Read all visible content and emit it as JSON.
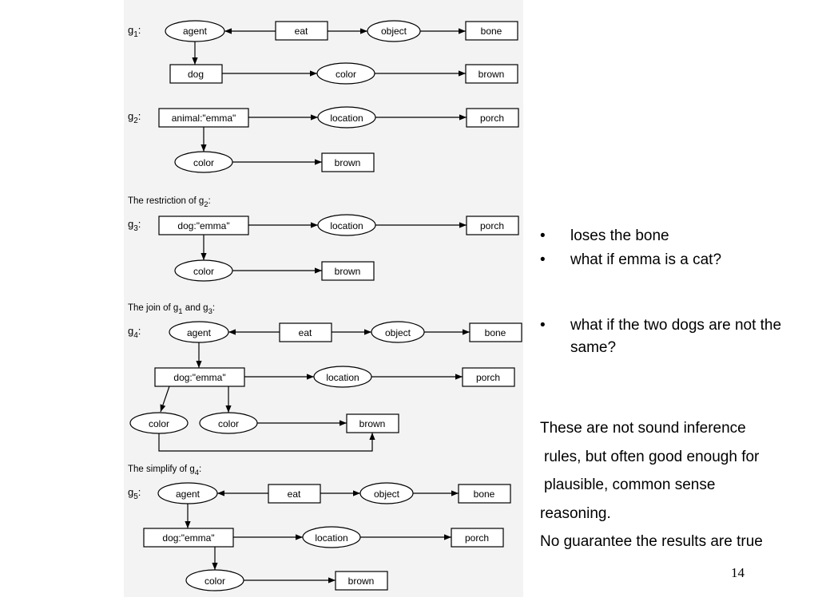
{
  "slide": {
    "page_number": "14",
    "bullets": [
      "loses the bone",
      "what if emma is a cat?",
      "what if the two dogs are not the same?"
    ],
    "summary_lines": [
      "These are not sound inference",
      " rules, but often good enough for",
      " plausible, common sense",
      "reasoning.",
      "No guarantee the results are true"
    ]
  },
  "diagram": {
    "captions": {
      "restriction_prefix": "The restriction of g",
      "restriction_sub": "2",
      "join_prefix": "The join of g",
      "join_sub1": "1",
      "join_mid": " and g",
      "join_sub2": "3",
      "simplify_prefix": "The simplify of g",
      "simplify_sub": "4"
    },
    "graph_labels": {
      "g1_sub": "1",
      "g2_sub": "2",
      "g3_sub": "3",
      "g4_sub": "4",
      "g5_sub": "5"
    },
    "nodes": {
      "g1_agent": "agent",
      "g1_eat": "eat",
      "g1_object": "object",
      "g1_bone": "bone",
      "g1_dog": "dog",
      "g1_color": "color",
      "g1_brown": "brown",
      "g2_animal": "animal:\"emma\"",
      "g2_location": "location",
      "g2_porch": "porch",
      "g2_color": "color",
      "g2_brown": "brown",
      "g3_dog": "dog:\"emma\"",
      "g3_location": "location",
      "g3_porch": "porch",
      "g3_color": "color",
      "g3_brown": "brown",
      "g4_agent": "agent",
      "g4_eat": "eat",
      "g4_object": "object",
      "g4_bone": "bone",
      "g4_dog": "dog:\"emma\"",
      "g4_location": "location",
      "g4_porch": "porch",
      "g4_color1": "color",
      "g4_color2": "color",
      "g4_brown": "brown",
      "g5_agent": "agent",
      "g5_eat": "eat",
      "g5_object": "object",
      "g5_bone": "bone",
      "g5_dog": "dog:\"emma\"",
      "g5_location": "location",
      "g5_porch": "porch",
      "g5_color": "color",
      "g5_brown": "brown"
    }
  }
}
